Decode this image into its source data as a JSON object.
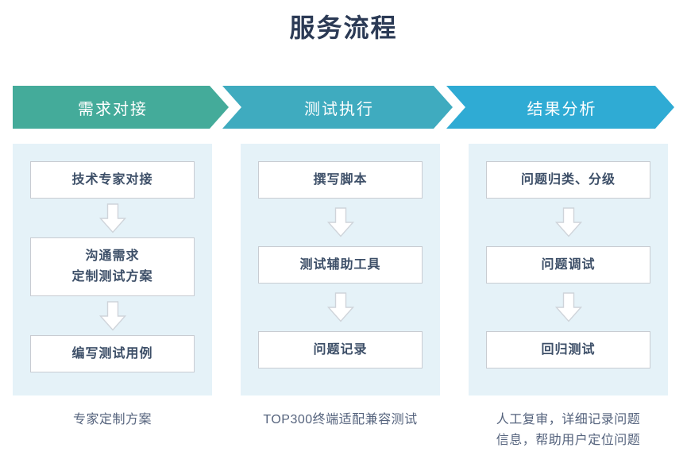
{
  "title": "服务流程",
  "theme": {
    "title_color": "#2b3a55",
    "panel_bg": "#e5f2f8",
    "box_border": "#c8ccd2",
    "box_text": "#3d4f68",
    "caption_text": "#55637d",
    "stage_colors": [
      "#44ab9a",
      "#3fabbf",
      "#2fabd4"
    ]
  },
  "stages": [
    {
      "banner_label": "需求对接",
      "color": "#44ab9a",
      "steps": [
        {
          "lines": [
            "技术专家对接"
          ]
        },
        {
          "lines": [
            "沟通需求",
            "定制测试方案"
          ]
        },
        {
          "lines": [
            "编写测试用例"
          ]
        }
      ],
      "caption": [
        "专家定制方案"
      ]
    },
    {
      "banner_label": "测试执行",
      "color": "#3fabbf",
      "steps": [
        {
          "lines": [
            "撰写脚本"
          ]
        },
        {
          "lines": [
            "测试辅助工具"
          ]
        },
        {
          "lines": [
            "问题记录"
          ]
        }
      ],
      "caption": [
        "TOP300终端适配兼容测试"
      ]
    },
    {
      "banner_label": "结果分析",
      "color": "#2fabd4",
      "steps": [
        {
          "lines": [
            "问题归类、分级"
          ]
        },
        {
          "lines": [
            "问题调试"
          ]
        },
        {
          "lines": [
            "回归测试"
          ]
        }
      ],
      "caption": [
        "人工复审，详细记录问题",
        "信息，帮助用户定位问题"
      ]
    }
  ],
  "icons": {
    "stage_chevron": "chevron-right-icon",
    "step_connector": "arrow-down-icon"
  }
}
